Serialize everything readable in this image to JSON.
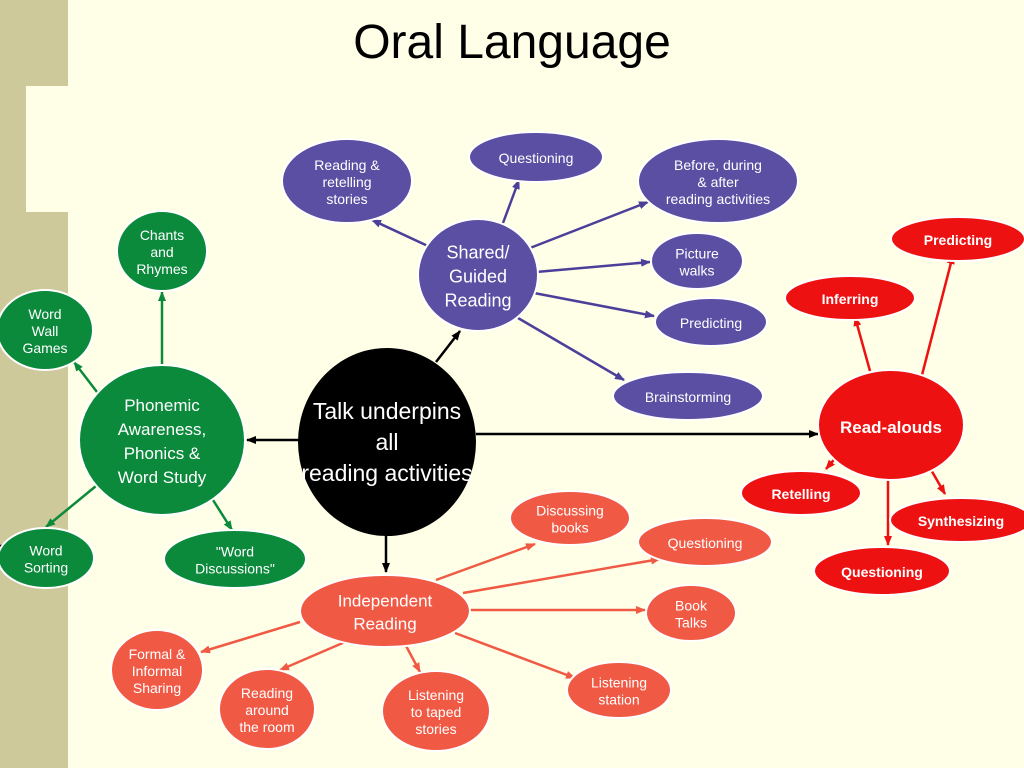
{
  "title": "Oral Language",
  "colors": {
    "background": "#ffffe8",
    "side_bar": "#cdc99a",
    "shared_reading": "#5a4fa2",
    "phonemic": "#0b8a3c",
    "independent": "#f05a45",
    "read_alouds": "#ee1111",
    "center": "#000000"
  },
  "nodes": {
    "center": "Talk underpins all reading activities",
    "shared": {
      "hub": "Shared/ Guided Reading",
      "reading_retelling": "Reading & retelling stories",
      "questioning": "Questioning",
      "before_during_after": "Before, during & after reading activities",
      "picture_walks": "Picture walks",
      "predicting": "Predicting",
      "brainstorming": "Brainstorming"
    },
    "phonemic": {
      "hub": "Phonemic Awareness, Phonics & Word Study",
      "chants": "Chants and Rhymes",
      "word_wall": "Word Wall Games",
      "word_sorting": "Word Sorting",
      "word_discussions": "\"Word Discussions\""
    },
    "independent": {
      "hub": "Independent Reading",
      "discussing_books": "Discussing books",
      "questioning": "Questioning",
      "book_talks": "Book Talks",
      "listening_station": "Listening station",
      "listening_taped": "Listening to taped stories",
      "reading_around": "Reading around the room",
      "formal_informal": "Formal & Informal Sharing"
    },
    "read_alouds": {
      "hub": "Read-alouds",
      "predicting": "Predicting",
      "inferring": "Inferring",
      "retelling": "Retelling",
      "synthesizing": "Synthesizing",
      "questioning": "Questioning"
    }
  }
}
